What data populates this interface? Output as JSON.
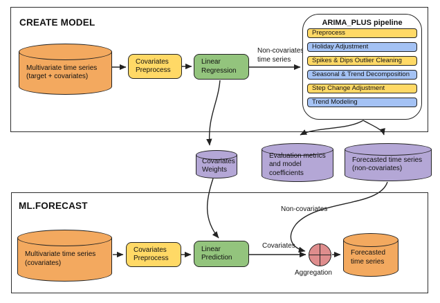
{
  "create_model": {
    "title": "CREATE MODEL",
    "input_db_label": "Multivariate time series\n(target + covariates)",
    "preprocess_label": "Covariates\nPreprocess",
    "regression_label": "Linear\nRegression",
    "to_pipeline_arrow_label": "Non-covariates\ntime series",
    "pipeline": {
      "title": "ARIMA_PLUS pipeline",
      "steps": [
        {
          "label": "Preprocess",
          "color": "#ffd966"
        },
        {
          "label": "Holiday Adjustment",
          "color": "#a4c2f4"
        },
        {
          "label": "Spikes & Dips Outlier Cleaning",
          "color": "#ffd966"
        },
        {
          "label": "Seasonal & Trend Decomposition",
          "color": "#a4c2f4"
        },
        {
          "label": "Step Change Adjustment",
          "color": "#ffd966"
        },
        {
          "label": "Trend Modeling",
          "color": "#a4c2f4"
        }
      ]
    }
  },
  "intermediate_outputs": {
    "covariates_weights_label": "Covariates\nWeights",
    "evaluation_label": "Evaluation metrics\nand model\ncoefficients",
    "forecast_noncov_label": "Forecasted time series\n(non-covariates)"
  },
  "ml_forecast": {
    "title": "ML.FORECAST",
    "input_db_label": "Multivariate time series\n(covariates)",
    "preprocess_label": "Covariates\nPreprocess",
    "prediction_label": "Linear\nPrediction",
    "noncovariates_edge_label": "Non-covariates",
    "covariates_edge_label": "Covariates",
    "aggregation_label": "Aggregation",
    "output_db_label": "Forecasted\ntime series"
  },
  "colors": {
    "orange": "#f3a95f",
    "yellow": "#ffd966",
    "green": "#93c47d",
    "blue": "#a4c2f4",
    "purple": "#b4a7d6",
    "aggregation_pink": "#df8d8d",
    "line": "#222222"
  }
}
